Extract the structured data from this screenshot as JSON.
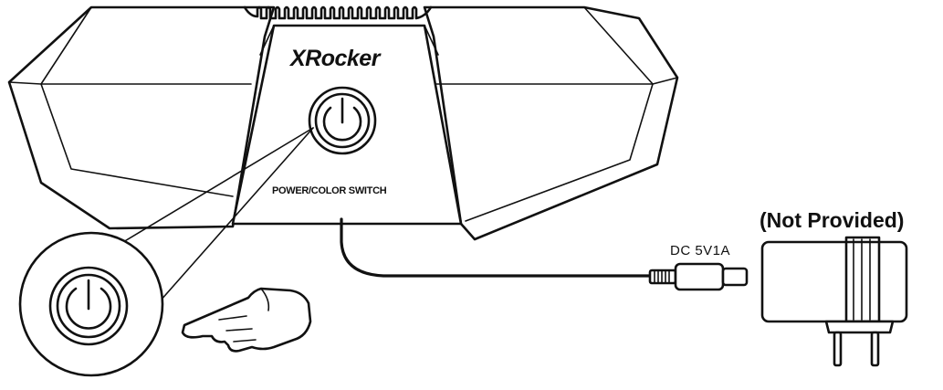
{
  "device": {
    "brand_logo_text": "XRocker",
    "switch_label": "POWER/COLOR SWITCH"
  },
  "cable": {
    "rating_label": "DC  5V1A"
  },
  "adapter": {
    "note": "(Not Provided)"
  },
  "icons": [
    "power-icon",
    "pointing-hand-icon",
    "dc-plug-icon",
    "wall-adapter-icon"
  ],
  "colors": {
    "line": "#111111",
    "background": "#ffffff"
  }
}
